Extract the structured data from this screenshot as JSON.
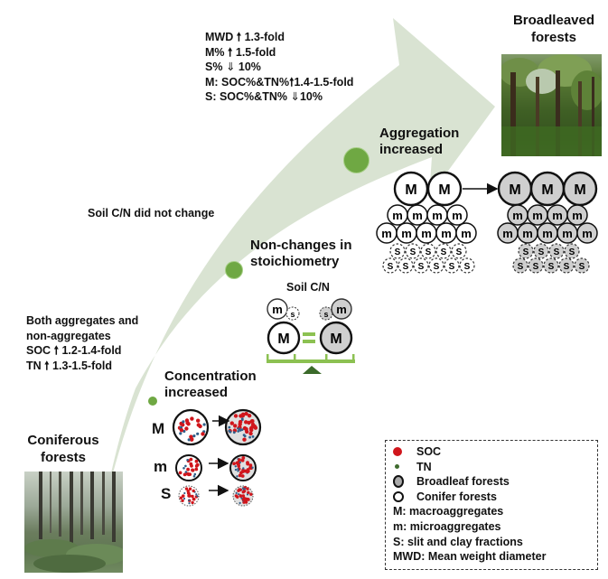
{
  "figure": {
    "start_label": "Coniferous\nforests",
    "end_label": "Broadleaved\nforests",
    "start_title_lines": [
      "Coniferous",
      "forests"
    ],
    "end_title_lines": [
      "Broadleaved",
      "forests"
    ]
  },
  "stages": [
    {
      "id": "concentration",
      "title_lines": [
        "Concentration",
        "increased"
      ]
    },
    {
      "id": "stoichiometry",
      "title_lines": [
        "Non-changes in",
        "stoichiometry"
      ]
    },
    {
      "id": "aggregation",
      "title_lines": [
        "Aggregation",
        "increased"
      ]
    }
  ],
  "annotations": {
    "aggregation_stats": [
      {
        "prefix": "MWD",
        "direction": "up",
        "value": "1.3-fold"
      },
      {
        "prefix": "M%",
        "direction": "up",
        "value": "1.5-fold"
      },
      {
        "prefix": "S%",
        "direction": "down",
        "value": "10%"
      },
      {
        "prefix": "M: SOC%&TN%",
        "direction": "up",
        "value": "1.4-1.5-fold"
      },
      {
        "prefix": "S: SOC%&TN%",
        "direction": "down",
        "value": "10%"
      }
    ],
    "soil_cn_note": "Soil C/N did not change",
    "concentration_stats": {
      "line1": "Both aggregates and",
      "line2": "non-aggregates",
      "soc": {
        "prefix": "SOC",
        "direction": "up",
        "value": "1.2-1.4-fold"
      },
      "tn": {
        "prefix": "TN",
        "direction": "up",
        "value": "1.3-1.5-fold"
      }
    }
  },
  "balance": {
    "title": "Soil C/N",
    "left": {
      "macro": "M",
      "micro": "m",
      "silt": "s"
    },
    "right": {
      "macro": "M",
      "micro": "m",
      "silt": "s"
    }
  },
  "concentration_rows": [
    {
      "label": "M"
    },
    {
      "label": "m"
    },
    {
      "label": "S"
    }
  ],
  "aggregate_labels": {
    "macro": "M",
    "micro": "m",
    "silt": "S"
  },
  "legend": {
    "items": [
      {
        "symbol": "soc-dot",
        "label": "SOC"
      },
      {
        "symbol": "tn-dot",
        "label": "TN"
      },
      {
        "symbol": "broadleaf-circle",
        "label": "Broadleaf forests"
      },
      {
        "symbol": "conifer-circle",
        "label": "Conifer forests"
      },
      {
        "symbol": "",
        "label": "M: macroaggregates"
      },
      {
        "symbol": "",
        "label": "m: microaggregates"
      },
      {
        "symbol": "",
        "label": "S: slit and clay fractions"
      },
      {
        "symbol": "",
        "label": "MWD: Mean weight diameter"
      }
    ]
  },
  "colors": {
    "arrow": "#d9e3d2",
    "stage_dot": "#6fa843",
    "soc": "#d0161c",
    "tn": "#2f5f8a",
    "tn_legend": "#3f6b2e",
    "broadleaf_fill": "#cfcfcf",
    "balance": "#8cc152",
    "balance_base": "#3b6a2a"
  }
}
